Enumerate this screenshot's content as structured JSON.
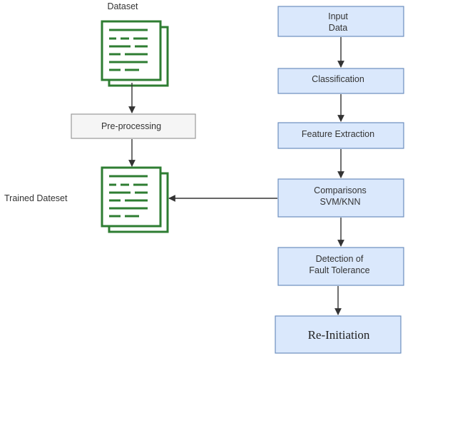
{
  "diagram": {
    "nodes": {
      "dataset": {
        "label": "Dataset"
      },
      "preprocessing": {
        "label": "Pre-processing"
      },
      "trained": {
        "label": "Trained Dateset"
      },
      "input": {
        "line1": "Input",
        "line2": "Data"
      },
      "classification": {
        "label": "Classification"
      },
      "feature": {
        "label": "Feature Extraction"
      },
      "comparisons": {
        "line1": "Comparisons",
        "line2": "SVM/KNN"
      },
      "detection": {
        "line1": "Detection of",
        "line2": "Fault Tolerance"
      },
      "reinitiation": {
        "label": "Re-Initiation"
      }
    },
    "edges": [
      {
        "from": "dataset",
        "to": "preprocessing"
      },
      {
        "from": "preprocessing",
        "to": "trained"
      },
      {
        "from": "input",
        "to": "classification"
      },
      {
        "from": "classification",
        "to": "feature"
      },
      {
        "from": "feature",
        "to": "comparisons"
      },
      {
        "from": "comparisons",
        "to": "trained"
      },
      {
        "from": "comparisons",
        "to": "detection"
      },
      {
        "from": "detection",
        "to": "reinitiation"
      }
    ],
    "colors": {
      "process_fill": "#dae8fc",
      "process_stroke": "#6c8ebf",
      "prep_fill": "#f5f5f5",
      "prep_stroke": "#999999",
      "document_stroke": "#2e7d32",
      "arrow": "#333333"
    },
    "icons": {
      "dataset": "document-stack-icon",
      "trained": "document-stack-icon"
    }
  }
}
